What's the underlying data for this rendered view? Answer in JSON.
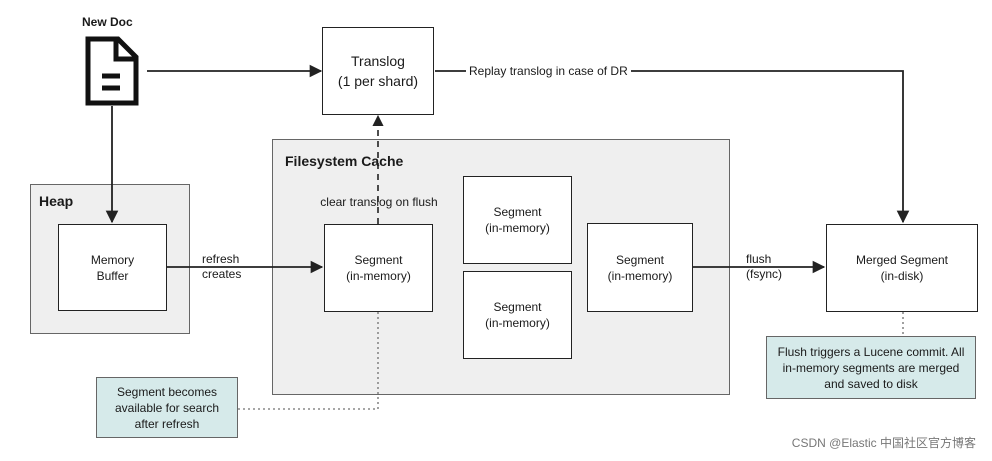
{
  "new_doc": {
    "label": "New Doc",
    "icon": "document-icon"
  },
  "translog": {
    "title": "Translog",
    "subtitle": "(1 per shard)"
  },
  "heap": {
    "title": "Heap",
    "memory_buffer": "Memory\nBuffer"
  },
  "filesystem_cache": {
    "title": "Filesystem Cache",
    "segments": [
      "Segment\n(in-memory)",
      "Segment\n(in-memory)",
      "Segment\n(in-memory)",
      "Segment\n(in-memory)"
    ]
  },
  "merged_segment": "Merged Segment\n(in-disk)",
  "edge_labels": {
    "replay": "Replay translog in case of DR",
    "clear_translog": "clear translog on flush",
    "refresh_creates": "refresh\ncreates",
    "flush_fsync": "flush\n(fsync)"
  },
  "notes": {
    "refresh": "Segment becomes\navailable for search\nafter refresh",
    "flush": "Flush triggers a Lucene commit. All\nin-memory segments are merged\nand saved to disk"
  },
  "colors": {
    "group_fill": "#efefef",
    "note_fill": "#d6eaea",
    "line": "#222222"
  },
  "watermark": "CSDN @Elastic 中国社区官方博客"
}
